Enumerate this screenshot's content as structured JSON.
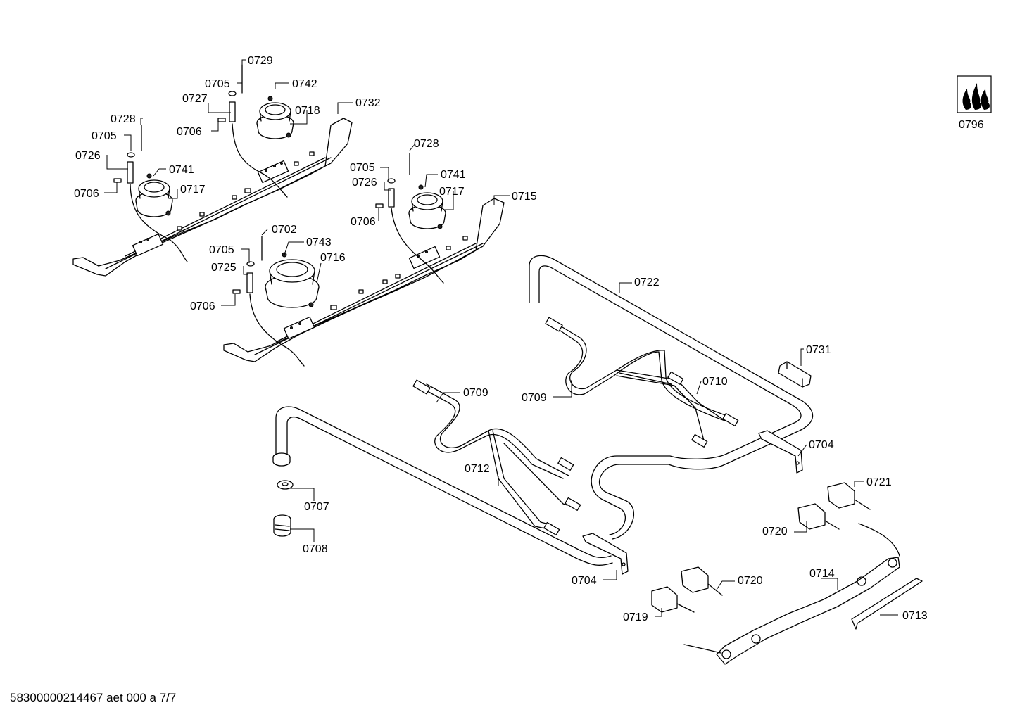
{
  "document": {
    "footer_text": "58300000214467 aet 000 a 7/7",
    "logo_label": "0796"
  },
  "callouts": {
    "c0729": "0729",
    "c0705a": "0705",
    "c0742": "0742",
    "c0727": "0727",
    "c0718": "0718",
    "c0732": "0732",
    "c0706a": "0706",
    "c0728a": "0728",
    "c0705b": "0705",
    "c0726a": "0726",
    "c0741a": "0741",
    "c0717a": "0717",
    "c0706b": "0706",
    "c0728b": "0728",
    "c0705c": "0705",
    "c0741b": "0741",
    "c0726b": "0726",
    "c0717b": "0717",
    "c0715": "0715",
    "c0706c": "0706",
    "c0702": "0702",
    "c0705d": "0705",
    "c0743": "0743",
    "c0716": "0716",
    "c0725": "0725",
    "c0706d": "0706",
    "c0722": "0722",
    "c0731": "0731",
    "c0709a": "0709",
    "c0710": "0710",
    "c0709b": "0709",
    "c0704a": "0704",
    "c0712": "0712",
    "c0721": "0721",
    "c0720a": "0720",
    "c0707": "0707",
    "c0708": "0708",
    "c0704b": "0704",
    "c0720b": "0720",
    "c0714": "0714",
    "c0719": "0719",
    "c0713": "0713"
  }
}
